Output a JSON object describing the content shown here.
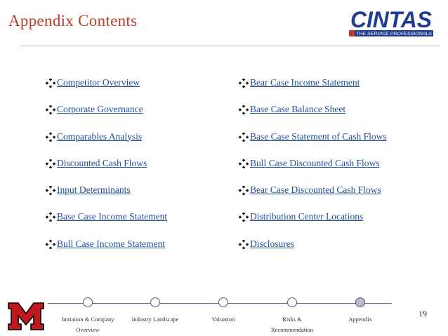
{
  "title": "Appendix Contents",
  "logo": {
    "brand": "CINTAS",
    "tagline": "THE SERVICE PROFESSIONALS",
    "color": "#1f3e8f",
    "accent": "#c0392b"
  },
  "contents": {
    "left": [
      "Competitor Overview",
      "Corporate Governance",
      "Comparables Analysis",
      "Discounted Cash Flows",
      "Input Determinants",
      "Base Case Income Statement",
      "Bull Case Income Statement"
    ],
    "right": [
      "Bear Case Income Statement",
      "Base Case Balance Sheet",
      "Base Case Statement of Cash Flows",
      "Bull Case Discounted Cash Flows",
      "Bear Case Discounted Cash Flows",
      "Distribution Center Locations",
      "Disclosures"
    ]
  },
  "bullet_icon": "four-diamond-bullet-icon",
  "timeline": {
    "steps": [
      {
        "line1": "Initiation & Company",
        "line2": "Overview",
        "active": false
      },
      {
        "line1": "Industry Landscape",
        "line2": "",
        "active": false
      },
      {
        "line1": "Valuation",
        "line2": "",
        "active": false
      },
      {
        "line1": "Risks &",
        "line2": "Recommendation",
        "active": false
      },
      {
        "line1": "Appendix",
        "line2": "",
        "active": true
      }
    ]
  },
  "page_number": "19",
  "colors": {
    "title": "#c0392b",
    "link": "#1f4e9b",
    "miami_red": "#c0191f"
  }
}
